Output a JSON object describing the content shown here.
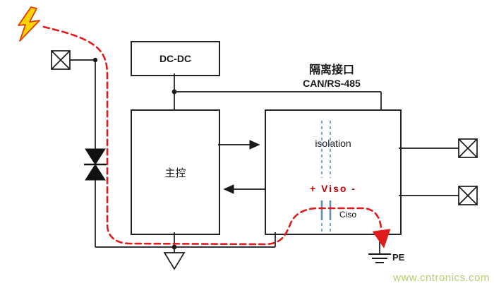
{
  "diagram": {
    "blocks": {
      "dcdc": {
        "label": "DC-DC"
      },
      "mcu": {
        "label": "主控"
      },
      "iso": {
        "heading_line1": "隔离接口",
        "heading_line2": "CAN/RS-485",
        "isolation_label": "isolation",
        "viso_label": "+ Viso -",
        "ciso_label": "Ciso"
      }
    },
    "ground": {
      "pe_label": "PE"
    },
    "watermark": "www.cntronics.com",
    "colors": {
      "wire": "#1a1a1a",
      "surge_path": "#e01b1b",
      "isolation_barrier": "#7fa8c9",
      "viso_text": "#c00000",
      "lightning_fill": "#ffd400",
      "lightning_stroke": "#e03c00",
      "watermark": "#a9c857"
    }
  }
}
